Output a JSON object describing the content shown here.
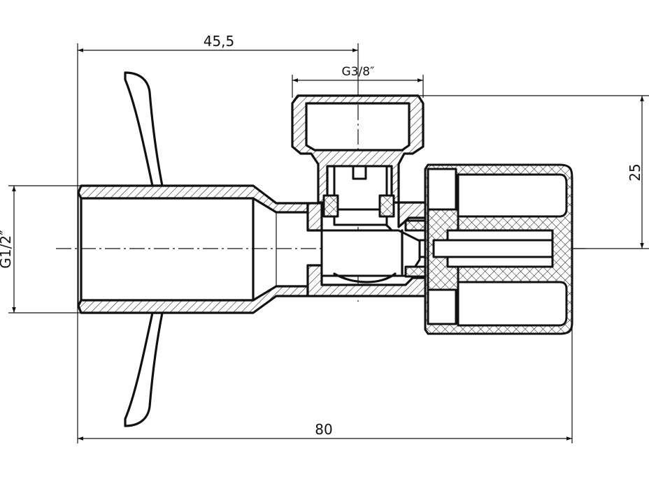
{
  "dimensions": {
    "top_length": "45,5",
    "outlet_thread": "G3/8″",
    "height": "25",
    "inlet_thread": "G1/2″",
    "overall_length": "80"
  }
}
